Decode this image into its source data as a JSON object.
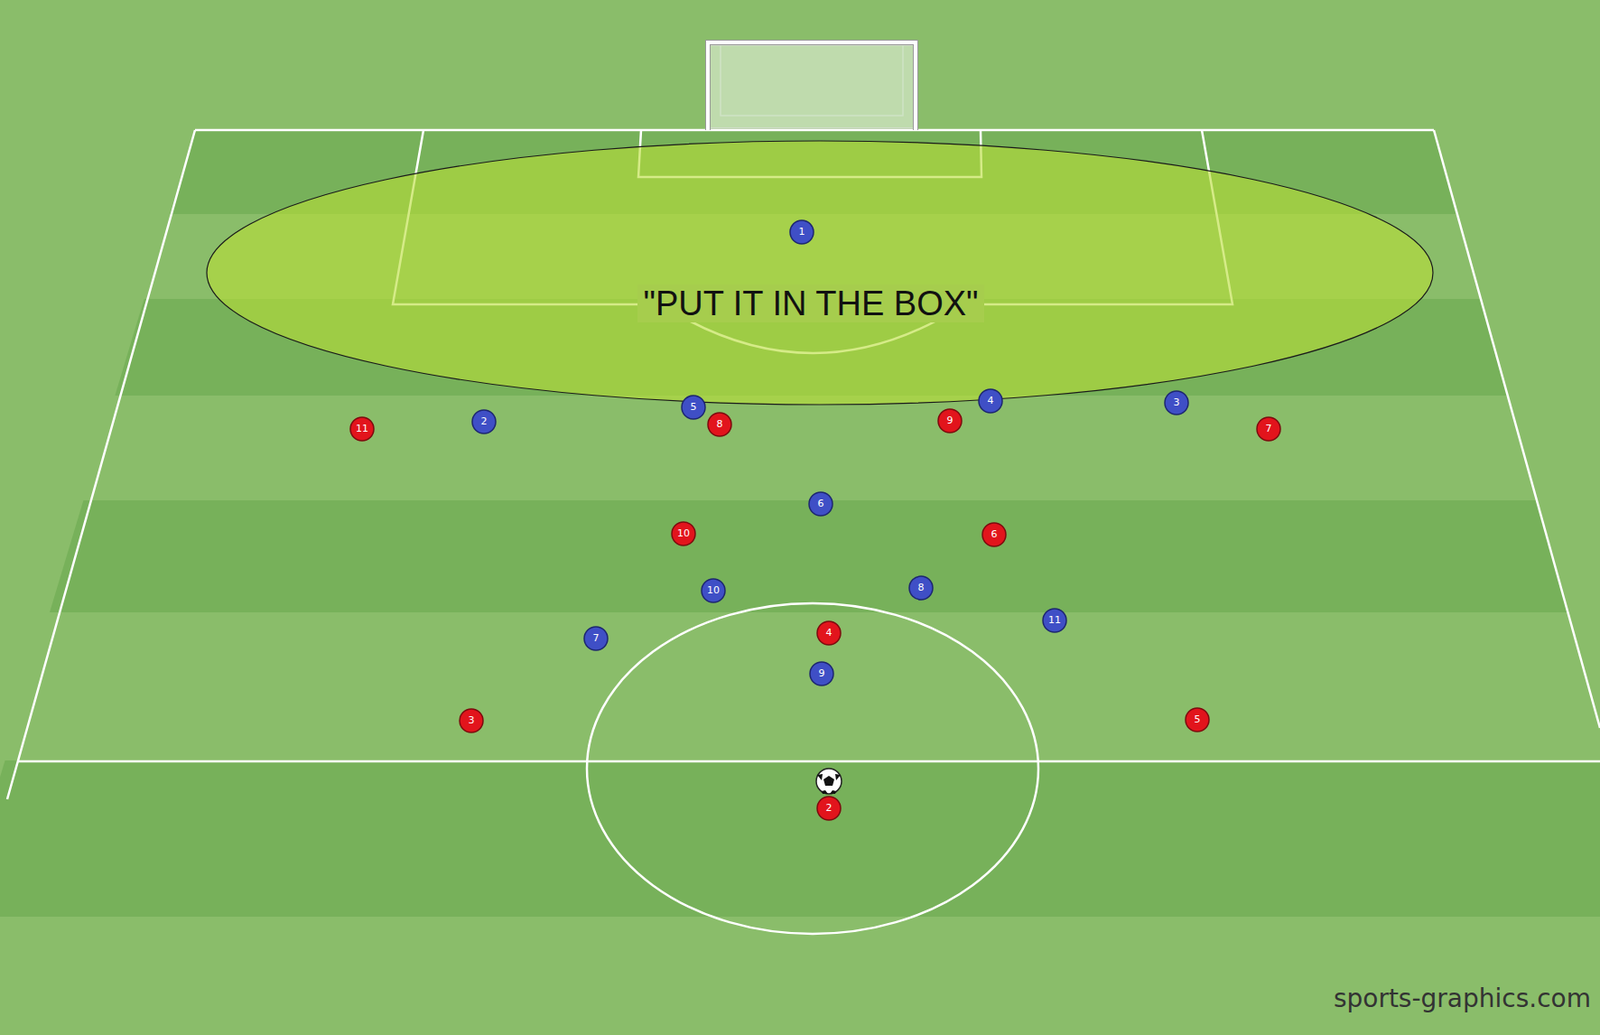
{
  "diagram": {
    "nodes": [
      {
        "text": [
          "\"PUT IT IN THE BOX\""
        ]
      },
      {
        "text": [
          "1"
        ],
        "in": 0
      },
      {
        "text": [
          "11"
        ]
      },
      {
        "text": [
          "2"
        ]
      },
      {
        "text": [
          "5"
        ]
      },
      {
        "text": [
          "8"
        ]
      },
      {
        "text": [
          "9"
        ]
      },
      {
        "text": [
          "4"
        ]
      },
      {
        "text": [
          "3"
        ]
      },
      {
        "text": [
          "7"
        ]
      },
      {
        "text": [
          "6"
        ]
      },
      {
        "text": [
          "10"
        ]
      },
      {
        "text": [
          "6"
        ]
      },
      {
        "text": [
          "10"
        ]
      },
      {
        "text": [
          "8"
        ]
      },
      {
        "text": [
          "7"
        ]
      },
      {
        "text": [
          "4"
        ]
      },
      {
        "text": [
          "11"
        ]
      },
      {
        "text": [
          "9"
        ]
      },
      {
        "text": [
          "3"
        ]
      },
      {
        "text": [
          "5"
        ]
      },
      {
        "text": [
          "2"
        ]
      }
    ],
    "labels": [
      "sports-graphics.com"
    ]
  }
}
